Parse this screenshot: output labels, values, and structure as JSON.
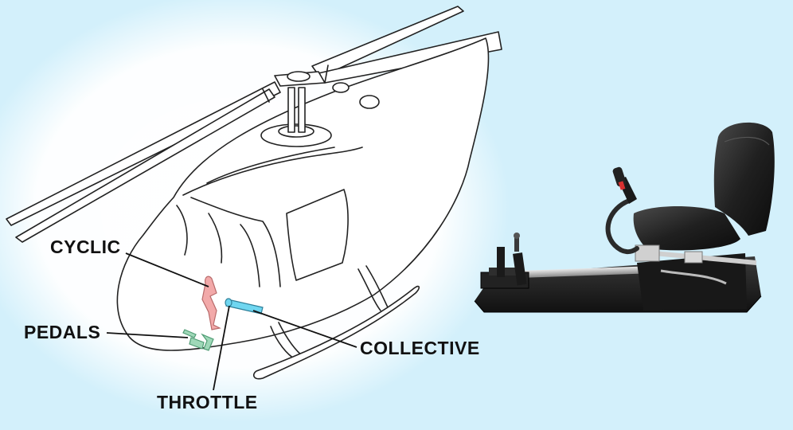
{
  "labels": {
    "cyclic": "CYCLIC",
    "pedals": "PEDALS",
    "collective": "COLLECTIVE",
    "throttle": "THROTTLE"
  },
  "colors": {
    "background": "#d3f0fb",
    "cyclic": "#f2a9a9",
    "pedals": "#9fd8b8",
    "collective": "#6fd6f0",
    "seat": "#1c1c1c",
    "base": "#1b1b1b"
  }
}
